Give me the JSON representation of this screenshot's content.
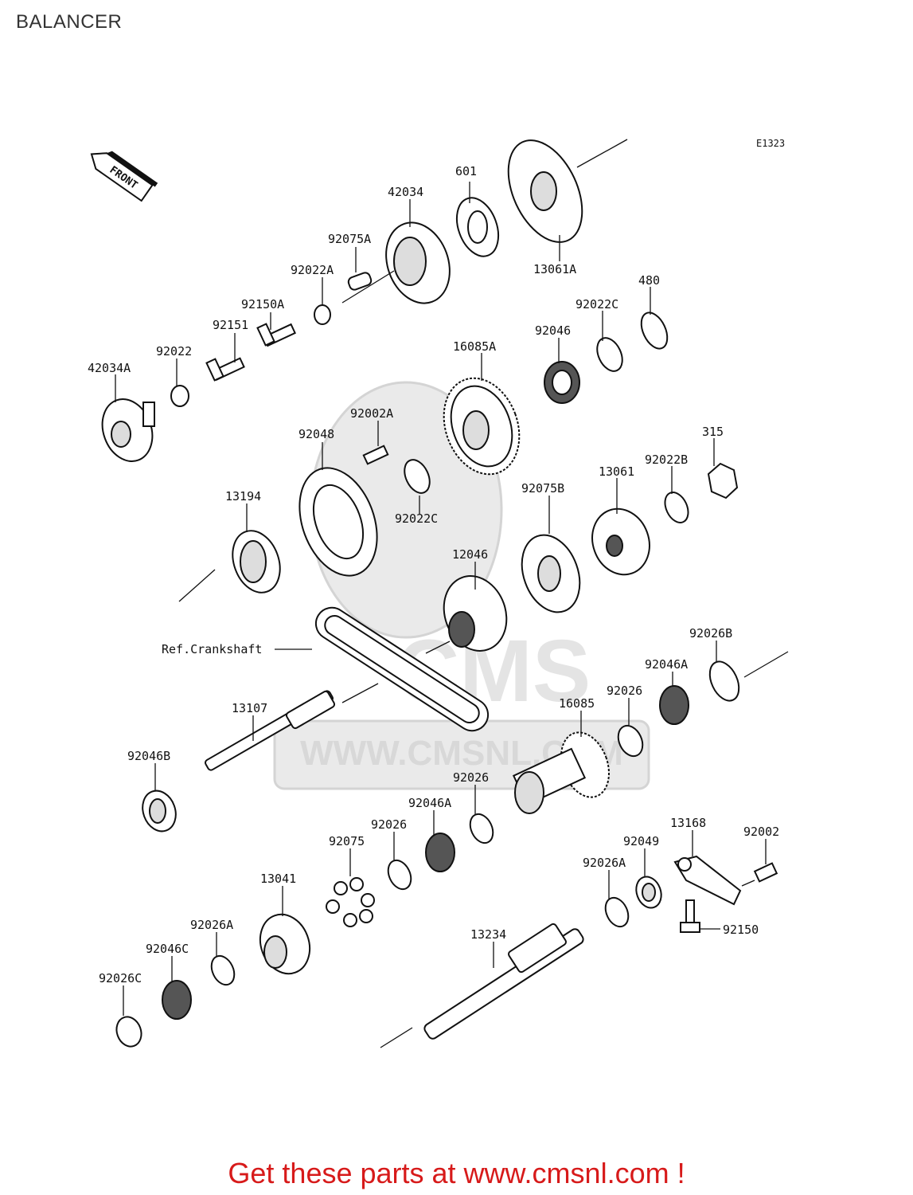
{
  "title": "BALANCER",
  "diagram_code": "E1323",
  "front_label": "FRONT",
  "watermark_url": "WWW.CMSNL.COM",
  "watermark_brand": "CMS",
  "footer": "Get these parts at www.cmsnl.com !",
  "parts": [
    {
      "id": "p601",
      "label": "601"
    },
    {
      "id": "p42034",
      "label": "42034"
    },
    {
      "id": "p13061A",
      "label": "13061A"
    },
    {
      "id": "p92075A",
      "label": "92075A"
    },
    {
      "id": "p92022A",
      "label": "92022A"
    },
    {
      "id": "p480",
      "label": "480"
    },
    {
      "id": "p92150A",
      "label": "92150A"
    },
    {
      "id": "p92022C_top",
      "label": "92022C"
    },
    {
      "id": "p92151",
      "label": "92151"
    },
    {
      "id": "p92046",
      "label": "92046"
    },
    {
      "id": "p16085A",
      "label": "16085A"
    },
    {
      "id": "p92022",
      "label": "92022"
    },
    {
      "id": "p42034A",
      "label": "42034A"
    },
    {
      "id": "p92002A",
      "label": "92002A"
    },
    {
      "id": "p315",
      "label": "315"
    },
    {
      "id": "p92048",
      "label": "92048"
    },
    {
      "id": "p92022B",
      "label": "92022B"
    },
    {
      "id": "p13061",
      "label": "13061"
    },
    {
      "id": "p13194",
      "label": "13194"
    },
    {
      "id": "p92022C_mid",
      "label": "92022C"
    },
    {
      "id": "p92075B",
      "label": "92075B"
    },
    {
      "id": "p12046",
      "label": "12046"
    },
    {
      "id": "pRefCrank",
      "label": "Ref.Crankshaft"
    },
    {
      "id": "p92026B",
      "label": "92026B"
    },
    {
      "id": "p92046A_r",
      "label": "92046A"
    },
    {
      "id": "p92026_r",
      "label": "92026"
    },
    {
      "id": "p16085",
      "label": "16085"
    },
    {
      "id": "p13107",
      "label": "13107"
    },
    {
      "id": "p92046B",
      "label": "92046B"
    },
    {
      "id": "p92026_m",
      "label": "92026"
    },
    {
      "id": "p92046A_m",
      "label": "92046A"
    },
    {
      "id": "p92026_l",
      "label": "92026"
    },
    {
      "id": "p92075",
      "label": "92075"
    },
    {
      "id": "p13168",
      "label": "13168"
    },
    {
      "id": "p92002",
      "label": "92002"
    },
    {
      "id": "p92049",
      "label": "92049"
    },
    {
      "id": "p92026A_r",
      "label": "92026A"
    },
    {
      "id": "p13041",
      "label": "13041"
    },
    {
      "id": "p92150",
      "label": "92150"
    },
    {
      "id": "p92026A_l",
      "label": "92026A"
    },
    {
      "id": "p13234",
      "label": "13234"
    },
    {
      "id": "p92046C",
      "label": "92046C"
    },
    {
      "id": "p92026C",
      "label": "92026C"
    }
  ]
}
